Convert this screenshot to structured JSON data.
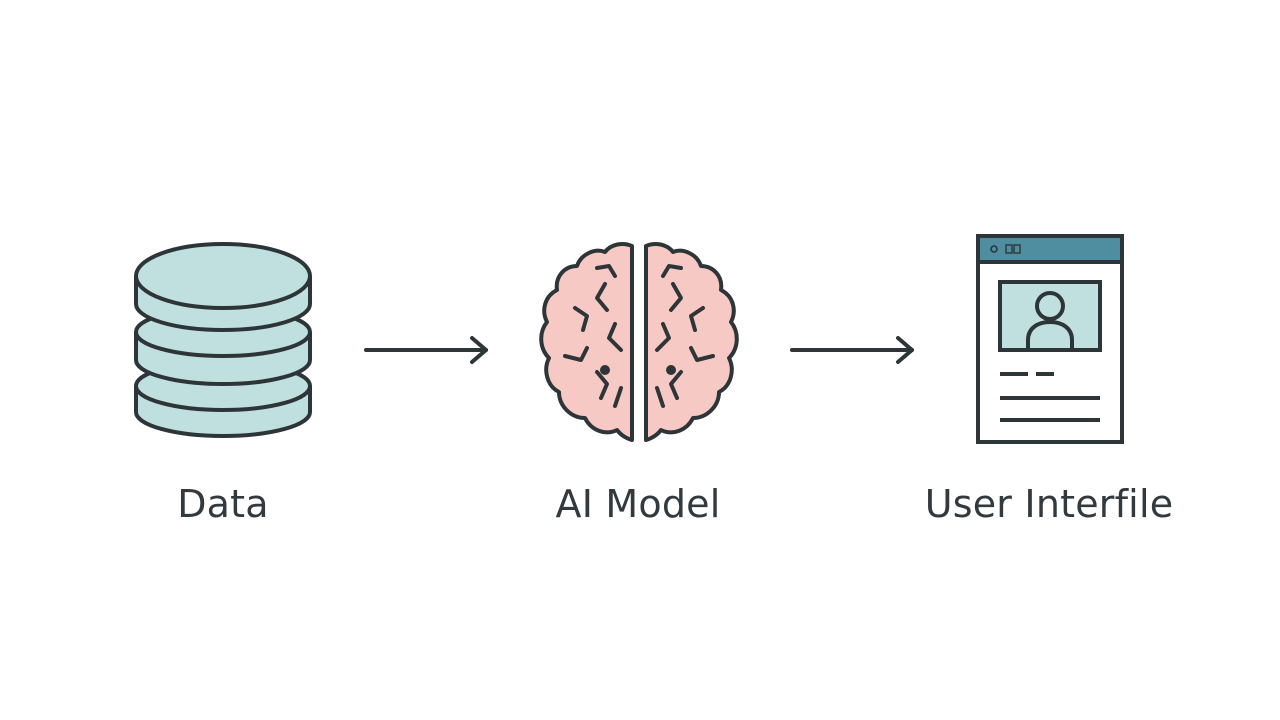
{
  "colors": {
    "stroke": "#2e3538",
    "database_fill": "#bfe0de",
    "brain_fill": "#f6c9c4",
    "window_header": "#4f8ea0",
    "photo_fill": "#bfe0de",
    "text": "#333a3f"
  },
  "nodes": [
    {
      "id": "data",
      "label": "Data",
      "icon": "database-icon"
    },
    {
      "id": "model",
      "label": "AI Model",
      "icon": "brain-icon"
    },
    {
      "id": "ui",
      "label": "User Interfile",
      "icon": "ui-window-icon"
    }
  ],
  "edges": [
    {
      "from": "data",
      "to": "model"
    },
    {
      "from": "model",
      "to": "ui"
    }
  ]
}
